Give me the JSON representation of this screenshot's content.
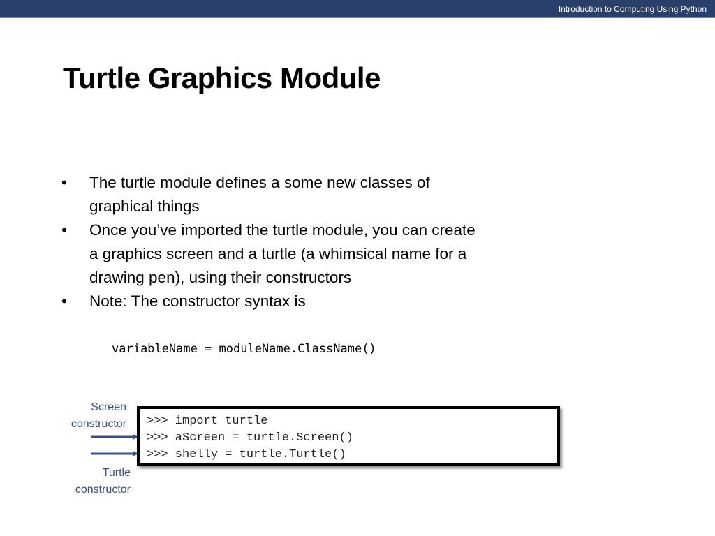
{
  "header": {
    "course_title": "Introduction to Computing Using Python"
  },
  "slide": {
    "title": "Turtle Graphics Module",
    "bullets": [
      "The turtle module defines a some new classes of graphical things",
      "Once you’ve imported the turtle module, you can create a graphics screen and a turtle (a whimsical name for a drawing pen), using their constructors",
      "Note: The constructor syntax is"
    ],
    "bullet_symbol": "•",
    "syntax_example": "variableName = moduleName.ClassName()"
  },
  "annotations": {
    "screen_label": "Screen constructor",
    "turtle_label": "Turtle constructor",
    "arrow_color": "#3b4e85"
  },
  "code_box": {
    "lines": [
      ">>> import turtle",
      ">>> aScreen = turtle.Screen()",
      ">>> shelly = turtle.Turtle()"
    ]
  },
  "colors": {
    "header_bar": "#2a3f6a",
    "label_text": "#3b4e85"
  }
}
